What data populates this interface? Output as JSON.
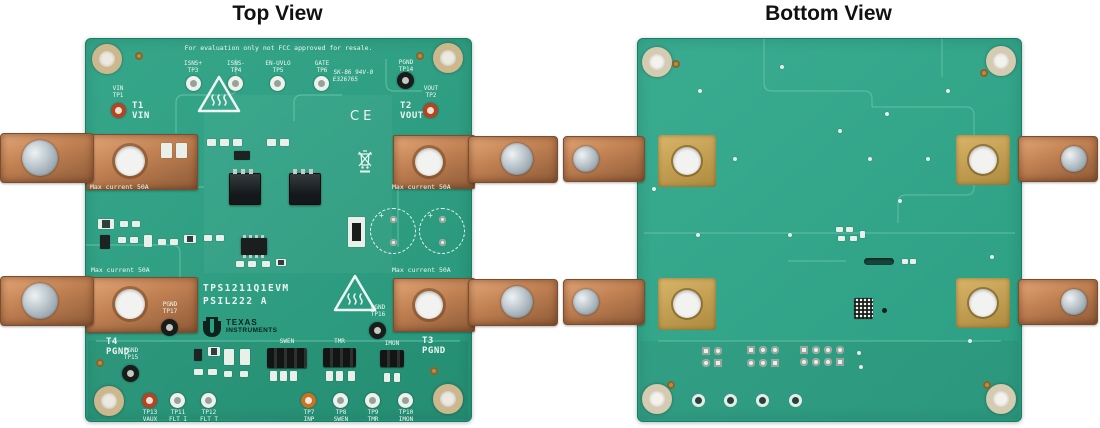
{
  "titles": {
    "top": "Top View",
    "bottom": "Bottom View"
  },
  "colors": {
    "board_green": "#2aa183",
    "board_green_bottom": "#2fa78a",
    "copper": "#c08052",
    "silkscreen": "#f0faf4",
    "gold_pad": "#c9a95f"
  },
  "top_board": {
    "eval_notice": "For evaluation only not FCC approved for resale.",
    "part_number": "TPS1211Q1EVM",
    "board_revision": "PSIL222 A",
    "ul_mark": {
      "line1": "SK-86 94V-0",
      "line2": "E326765"
    },
    "ce_mark": "CE",
    "polarity_mark": "+",
    "brand": {
      "line1": "TEXAS",
      "line2": "INSTRUMENTS"
    },
    "max_current_note": "Max current 50A",
    "terminals": {
      "t1": {
        "id": "T1",
        "net": "VIN"
      },
      "t2": {
        "id": "T2",
        "net": "VOUT"
      },
      "t3": {
        "id": "T3",
        "net": "PGND"
      },
      "t4": {
        "id": "T4",
        "net": "PGND"
      }
    },
    "test_points": {
      "vin": {
        "net": "VIN",
        "id": "TP1"
      },
      "vout": {
        "net": "VOUT",
        "id": "TP2"
      },
      "isns_p": {
        "net": "ISNS+",
        "id": "TP3"
      },
      "isns_n": {
        "net": "ISNS-",
        "id": "TP4"
      },
      "en_uvlo": {
        "net": "EN-UVLO",
        "id": "TP5"
      },
      "gate": {
        "net": "GATE",
        "id": "TP6"
      },
      "inp": {
        "id": "TP7",
        "net": "INP"
      },
      "swen": {
        "id": "TP8",
        "net": "SWEN"
      },
      "tmr": {
        "id": "TP9",
        "net": "TMR"
      },
      "imon": {
        "id": "TP10",
        "net": "IMON"
      },
      "flt_i": {
        "id": "TP11",
        "net": "FLT_I"
      },
      "flt_t": {
        "id": "TP12",
        "net": "FLT_T"
      },
      "vaux": {
        "id": "TP13",
        "net": "VAUX"
      },
      "pgnd_top": {
        "net": "PGND",
        "id": "TP14"
      },
      "pgnd_left": {
        "net": "PGND",
        "id": "TP15"
      },
      "pgnd_right": {
        "net": "PGND",
        "id": "TP16"
      },
      "pgnd_mid": {
        "net": "PGND",
        "id": "TP17"
      }
    },
    "jumpers": {
      "swen": "SWEN",
      "tmr": "TMR",
      "imon": "IMON"
    }
  }
}
